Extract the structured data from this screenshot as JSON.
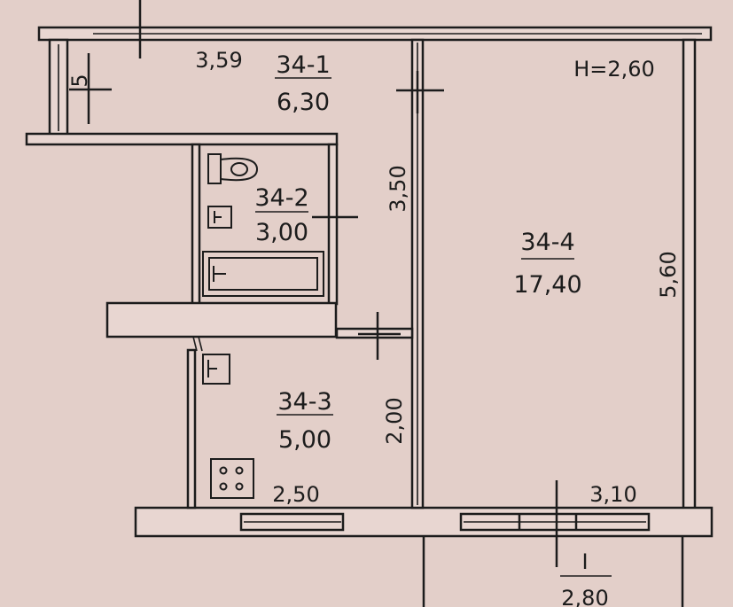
{
  "height_label": "H=2,60",
  "rooms": [
    {
      "code": "34-1",
      "area": "6,30"
    },
    {
      "code": "34-2",
      "area": "3,00"
    },
    {
      "code": "34-3",
      "area": "5,00"
    },
    {
      "code": "34-4",
      "area": "17,40"
    }
  ],
  "dimensions": {
    "corridor_length": "3,59",
    "corridor_width": "3,50",
    "kitchen_height": "2,00",
    "kitchen_width": "2,50",
    "living_height": "5,60",
    "living_width": "3,10",
    "door_mark": "5",
    "section_mark": "I",
    "section_value": "2,80"
  }
}
